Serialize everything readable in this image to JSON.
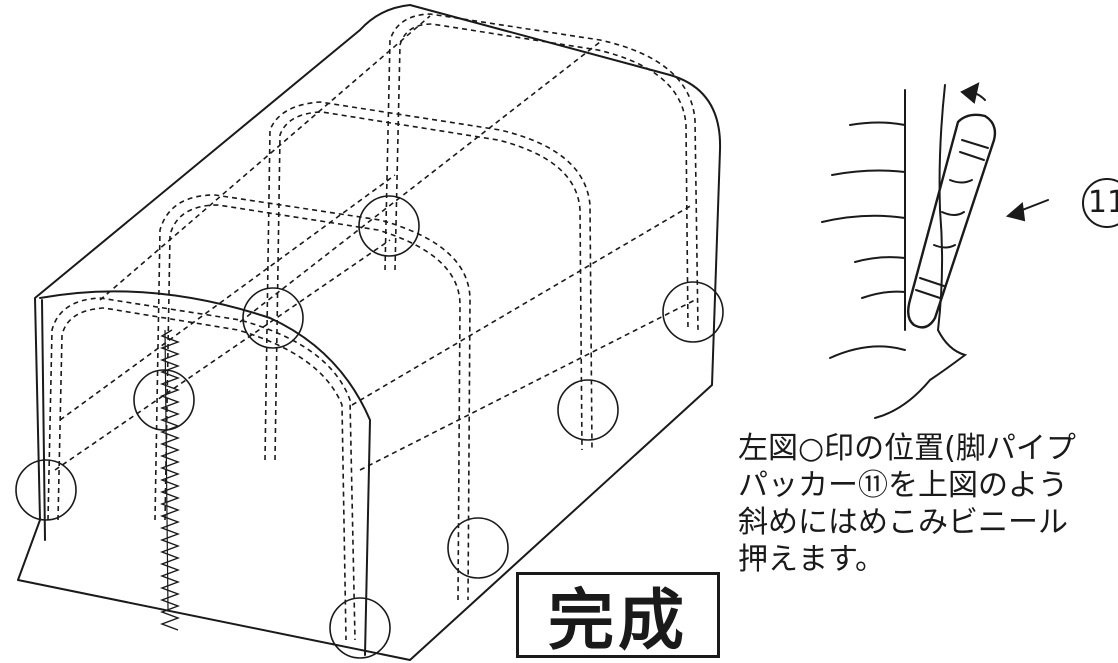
{
  "completion_label": "完成",
  "part_marker": "11",
  "caption_lines": [
    "左図○印の位置(脚パイプ",
    "パッカー⑪を上図のよう",
    "斜めにはめこみビニール",
    "押えます。"
  ]
}
